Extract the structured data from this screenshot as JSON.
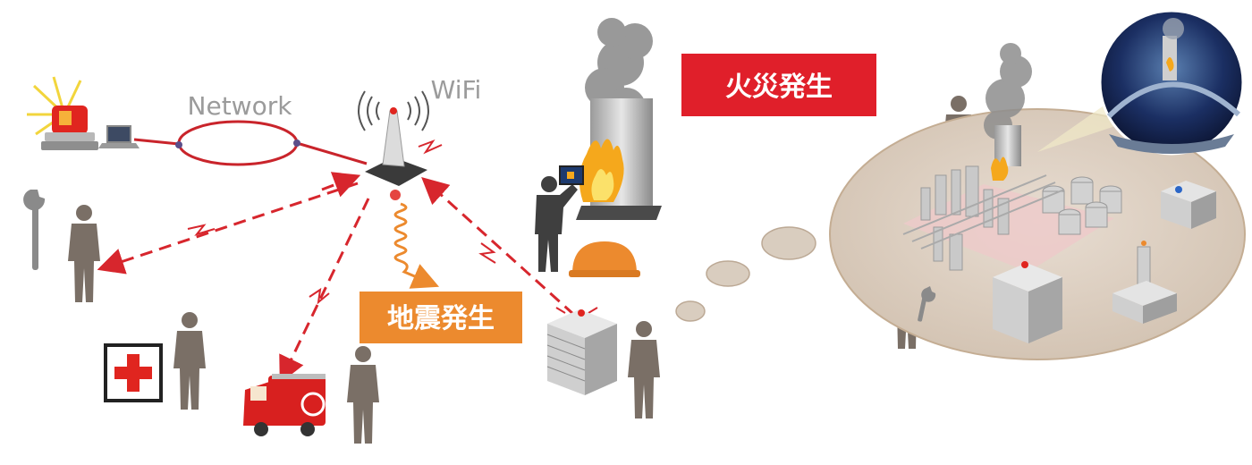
{
  "labels": {
    "network": "Network",
    "wifi": "WiFi",
    "earthquake": "地震発生",
    "fire": "火災発生"
  },
  "colors": {
    "network_ring": "#c9242b",
    "dashed_signal": "#d7262d",
    "earthquake_badge": "#ec8a2e",
    "fire_badge": "#e01f2a",
    "helmet": "#ec8a2e",
    "person": "#7a6f66",
    "plant_ground": "#d8c8b8"
  },
  "icons": [
    "siren-icon",
    "laptop-icon",
    "wifi-antenna-icon",
    "wrench-icon",
    "first-aid-icon",
    "fire-truck-icon",
    "building-icon",
    "smokestack-fire-icon",
    "tablet-icon",
    "helmet-icon",
    "factory-icon",
    "camera-view-icon"
  ]
}
